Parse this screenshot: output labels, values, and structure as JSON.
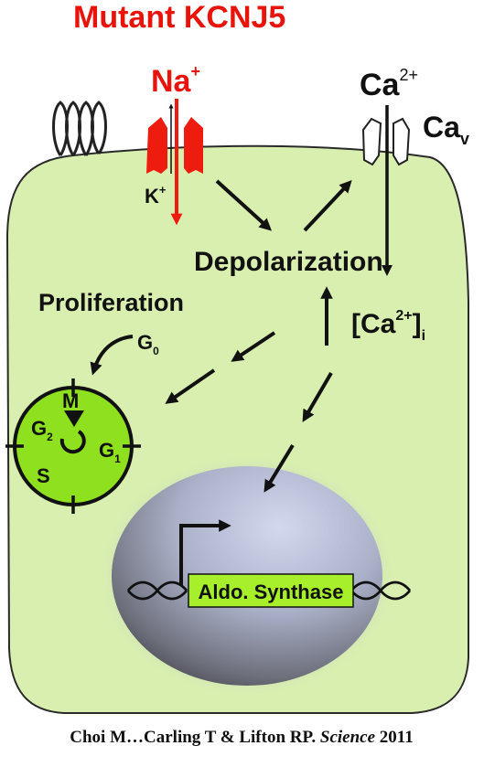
{
  "title": "Mutant KCNJ5",
  "ions": {
    "na": "Na",
    "na_sup": "+",
    "k": "K",
    "k_sup": "+",
    "ca": "Ca",
    "ca_sup": "2+",
    "cav": "Ca",
    "cav_sub": "v"
  },
  "labels": {
    "depolarization": "Depolarization",
    "ca_i_open": "[Ca",
    "ca_i_sup": "2+",
    "ca_i_close": "]",
    "ca_i_sub": "i",
    "proliferation": "Proliferation",
    "g0": "G",
    "g0_sub": "0"
  },
  "cell_cycle": {
    "m": "M",
    "g2": "G",
    "g2_sub": "2",
    "g1": "G",
    "g1_sub": "1",
    "s": "S"
  },
  "gene": "Aldo. Synthase",
  "citation": {
    "authors": "Choi M…Carling T & Lifton RP. ",
    "journal": "Science",
    "year": " 2011"
  },
  "colors": {
    "cell_fill": "#d9efb0",
    "cell_stroke": "#2a2a2a",
    "channel_red": "#ee1c0f",
    "title_red": "#e8140c",
    "nucleus_light": "#c9cfe8",
    "nucleus_dark": "#4a4a55",
    "cycle_green": "#8fe01e",
    "gene_box": "#a6ef2a",
    "ink": "#111111"
  }
}
